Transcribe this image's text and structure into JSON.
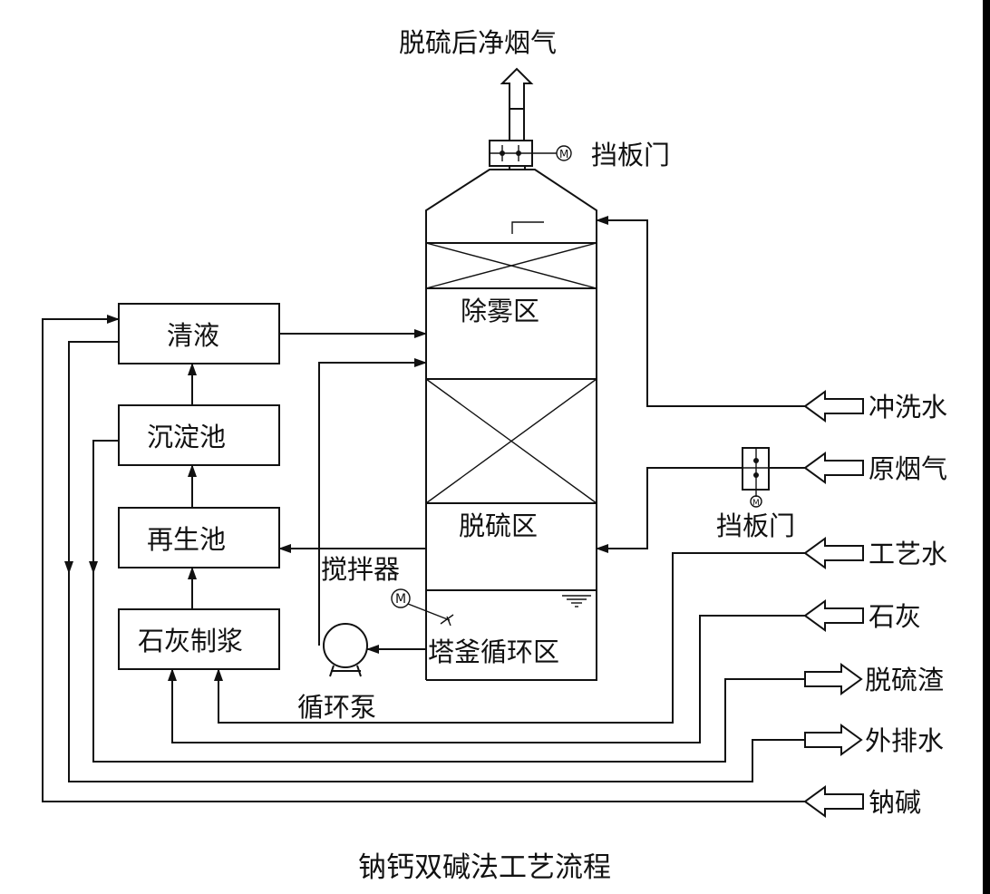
{
  "diagram": {
    "title": "钠钙双碱法工艺流程",
    "tower": {
      "demist_zone": "除雾区",
      "desulfur_zone": "脱硫区",
      "cycle_zone": "塔釜循环区"
    },
    "outlet_gas": "脱硫后净烟气",
    "damper_top": "挡板门",
    "damper_inlet": "挡板门",
    "boxes": {
      "clear_liquid": "清液",
      "settling_tank": "沉淀池",
      "regen_tank": "再生池",
      "lime_slurry": "石灰制浆"
    },
    "agitator": "搅拌器",
    "pump": "循环泵",
    "motor_symbol": "M",
    "streams": {
      "flush_water": "冲洗水",
      "raw_gas": "原烟气",
      "process_water": "工艺水",
      "lime": "石灰",
      "residue": "脱硫渣",
      "discharge": "外排水",
      "soda": "钠碱"
    }
  }
}
